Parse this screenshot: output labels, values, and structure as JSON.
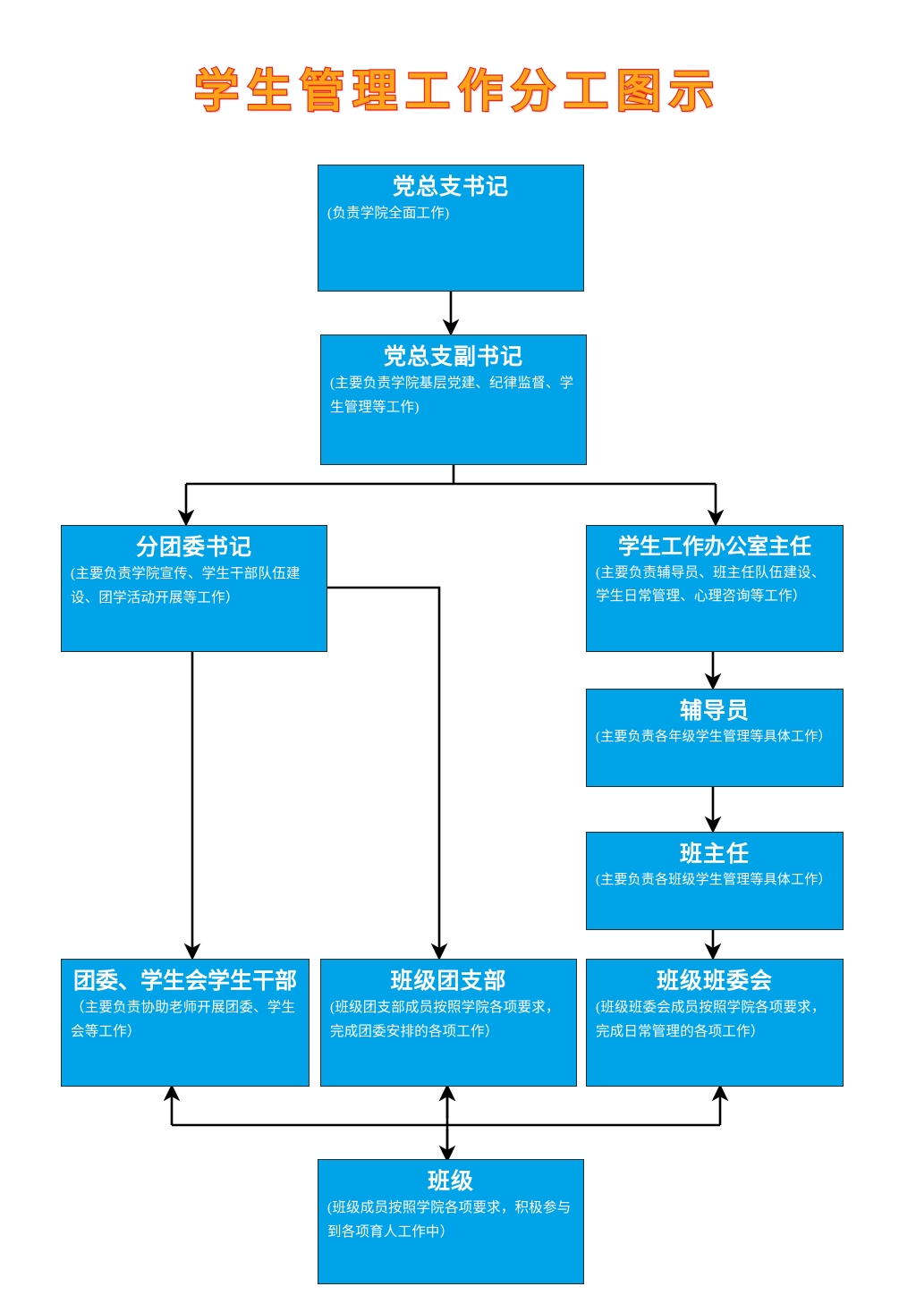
{
  "title": "学生管理工作分工图示",
  "colors": {
    "box_fill": "#00A2E8",
    "box_border": "#2a2a2a",
    "box_text": "#FFFFFF",
    "title_fill": "#FFA418",
    "title_outline": "#E8251C",
    "connector": "#000000",
    "page_background": "#FFFFFF"
  },
  "nodes": [
    {
      "id": "party-secretary",
      "title": "党总支书记",
      "desc": "(负责学院全面工作)"
    },
    {
      "id": "deputy-party-secretary",
      "title": "党总支副书记",
      "desc": "(主要负责学院基层党建、纪律监督、学生管理等工作)"
    },
    {
      "id": "youth-league-secretary",
      "title": "分团委书记",
      "desc": "(主要负责学院宣传、学生干部队伍建设、团学活动开展等工作）"
    },
    {
      "id": "student-affairs-dir",
      "title": "学生工作办公室主任",
      "desc": "(主要负责辅导员、班主任队伍建设、学生日常管理、心理咨询等工作）"
    },
    {
      "id": "counselor",
      "title": "辅导员",
      "desc": "(主要负责各年级学生管理等具体工作）"
    },
    {
      "id": "class-teacher",
      "title": "班主任",
      "desc": "(主要负责各班级学生管理等具体工作）"
    },
    {
      "id": "league-cadres",
      "title": "团委、学生会学生干部",
      "desc": "（主要负责协助老师开展团委、学生会等工作）"
    },
    {
      "id": "class-league-branch",
      "title": "班级团支部",
      "desc": "(班级团支部成员按照学院各项要求，完成团委安排的各项工作）"
    },
    {
      "id": "class-committee",
      "title": "班级班委会",
      "desc": "(班级班委会成员按照学院各项要求，完成日常管理的各项工作）"
    },
    {
      "id": "class",
      "title": "班级",
      "desc": "(班级成员按照学院各项要求，积极参与到各项育人工作中）"
    }
  ],
  "connectors": [
    {
      "from": "party-secretary",
      "to": "deputy-party-secretary",
      "kind": "arrow-down"
    },
    {
      "from": "deputy-party-secretary",
      "to": "youth-league-secretary",
      "kind": "split-down-left"
    },
    {
      "from": "deputy-party-secretary",
      "to": "student-affairs-dir",
      "kind": "split-down-right"
    },
    {
      "from": "student-affairs-dir",
      "to": "counselor",
      "kind": "arrow-down"
    },
    {
      "from": "counselor",
      "to": "class-teacher",
      "kind": "arrow-down"
    },
    {
      "from": "class-teacher",
      "to": "class-committee",
      "kind": "arrow-down"
    },
    {
      "from": "youth-league-secretary",
      "to": "league-cadres",
      "kind": "arrow-down"
    },
    {
      "from": "youth-league-secretary",
      "to": "class-league-branch",
      "kind": "elbow-right-down"
    },
    {
      "from": "class",
      "to": "league-cadres",
      "kind": "arrow-up-elbow"
    },
    {
      "from": "class",
      "to": "class-committee",
      "kind": "arrow-up-elbow"
    },
    {
      "from": "class",
      "to": "class-league-branch",
      "kind": "double-arrow-vertical"
    }
  ]
}
